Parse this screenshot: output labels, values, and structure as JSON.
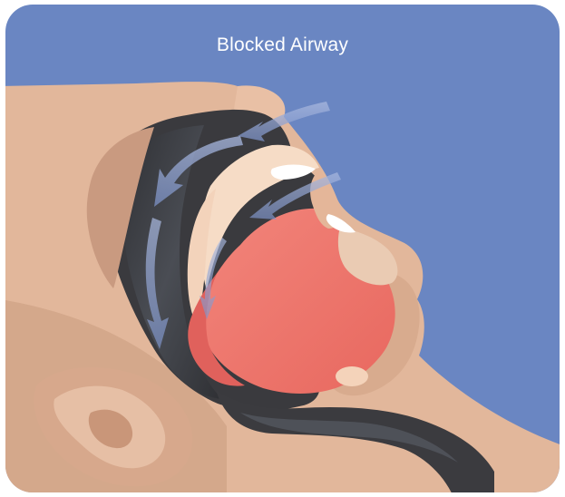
{
  "illustration": {
    "title": "Blocked Airway",
    "colors": {
      "background": "#6a86c2",
      "skin": "#e2b79b",
      "skin_shadow": "#c99f85",
      "airway": "#3b3b3f",
      "airway_mid": "#55585f",
      "tongue": "#ef7a72",
      "tongue_dark": "#e06460",
      "palate": "#f6dcc6",
      "teeth": "#ffffff",
      "arrow": "#8aa0d0"
    },
    "arrows": [
      "inhale-arrow-nose",
      "inhale-arrow-mouth",
      "flow-arrow-back-upper",
      "flow-arrow-back-lower"
    ]
  }
}
